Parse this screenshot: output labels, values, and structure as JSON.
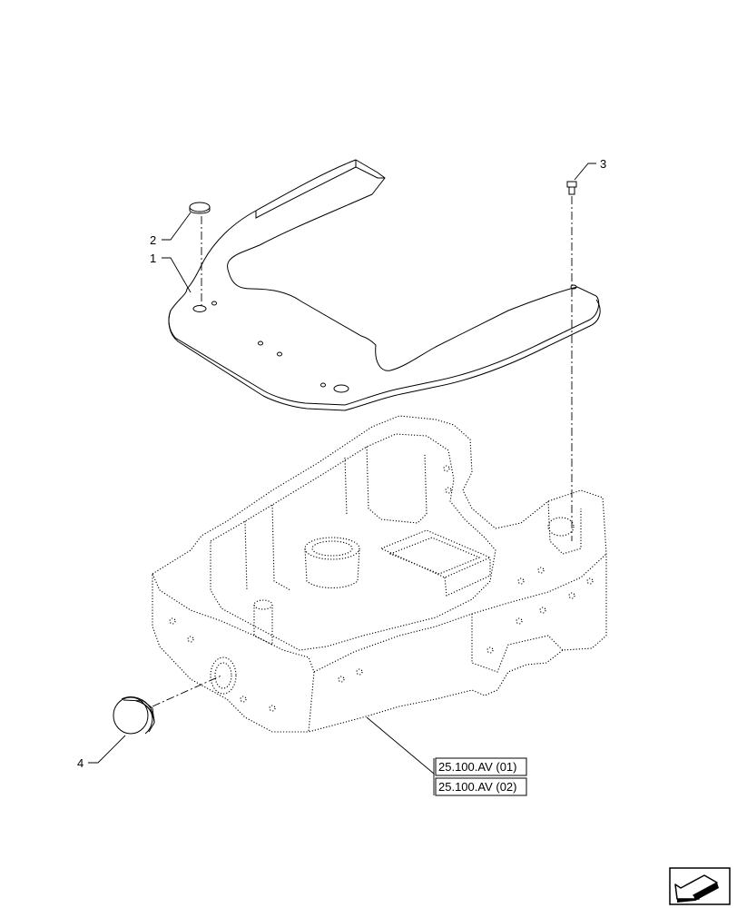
{
  "callouts": [
    {
      "id": "1",
      "label": "1"
    },
    {
      "id": "2",
      "label": "2"
    },
    {
      "id": "3",
      "label": "3"
    },
    {
      "id": "4",
      "label": "4"
    }
  ],
  "references": [
    {
      "label": "25.100.AV (01)"
    },
    {
      "label": "25.100.AV (02)"
    }
  ],
  "icons": {
    "corner": "arrow-navigation-icon"
  }
}
